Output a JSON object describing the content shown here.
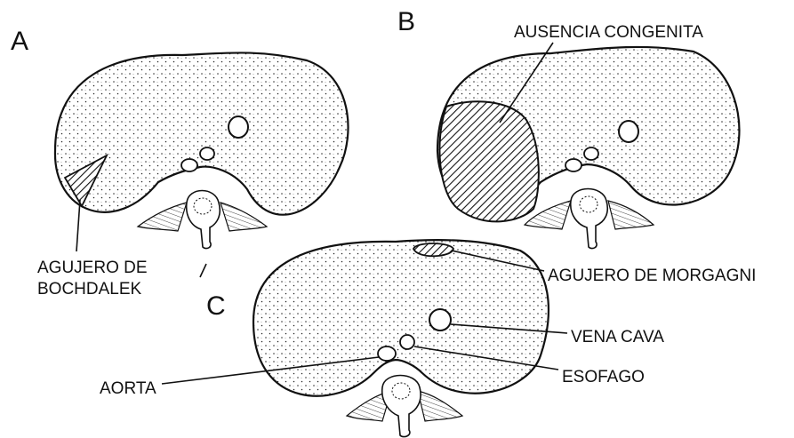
{
  "panels": {
    "a": "A",
    "b": "B",
    "c": "C"
  },
  "labels": {
    "bochdalek_line1": "AGUJERO DE",
    "bochdalek_line2": "BOCHDALEK",
    "ausencia": "AUSENCIA CONGENITA",
    "morgagni": "AGUJERO DE MORGAGNI",
    "vena_cava": "VENA CAVA",
    "esofago": "ESOFAGO",
    "aorta": "AORTA"
  }
}
